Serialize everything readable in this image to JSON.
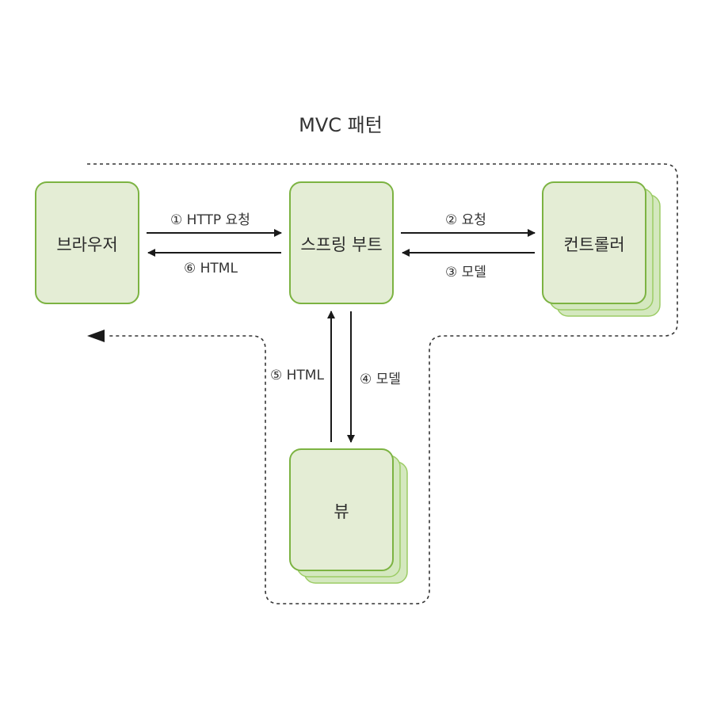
{
  "title": "MVC 패턴",
  "nodes": {
    "browser": "브라우저",
    "spring_boot": "스프링 부트",
    "controller": "컨트롤러",
    "view": "뷰"
  },
  "edges": {
    "http_request": "① HTTP 요청",
    "html_to_browser": "⑥ HTML",
    "request_to_controller": "② 요청",
    "model_from_controller": "③ 모델",
    "html_from_view": "⑤ HTML",
    "model_to_view": "④ 모델"
  },
  "colors": {
    "box_fill": "#e4edd5",
    "box_border": "#7cb342",
    "stack_fill": "#d4e8bf",
    "stack_border": "#9ccc65",
    "arrow": "#1a1a1a",
    "dashed": "#333333"
  }
}
